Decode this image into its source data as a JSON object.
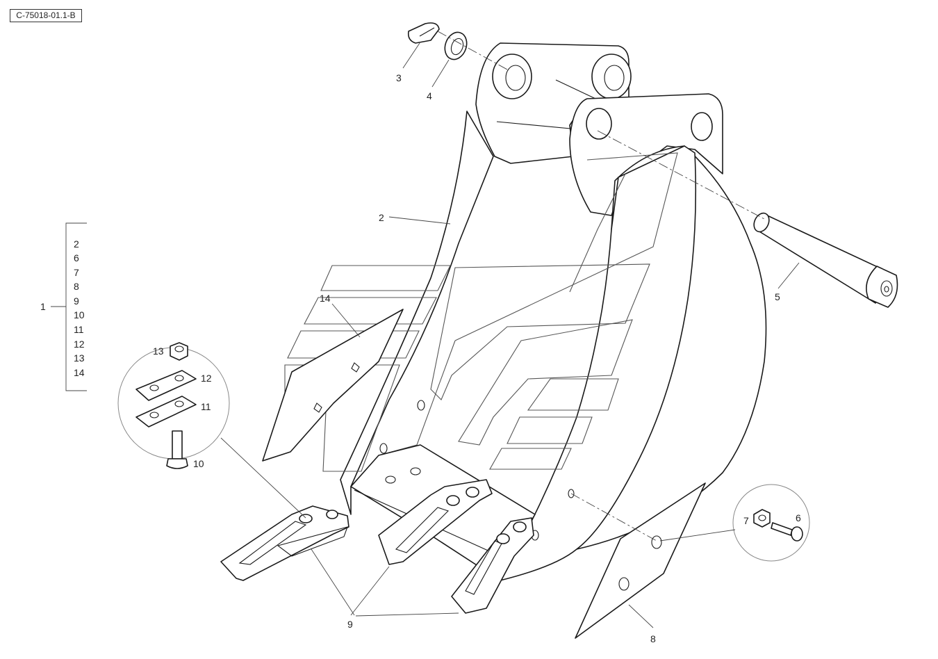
{
  "drawing": {
    "reference": "C-75018-01.1-B"
  },
  "assembly": {
    "label": "1",
    "items": [
      "2",
      "6",
      "7",
      "8",
      "9",
      "10",
      "11",
      "12",
      "13",
      "14"
    ]
  },
  "callouts": {
    "bucket": "2",
    "clip": "3",
    "washer": "4",
    "pin": "5",
    "bolt_side": "6",
    "nut_side": "7",
    "side_cutter": "8",
    "teeth": "9",
    "bolt_tooth": "10",
    "shim_lower": "11",
    "shim_upper": "12",
    "nut_tooth": "13",
    "wear_plate": "14"
  }
}
